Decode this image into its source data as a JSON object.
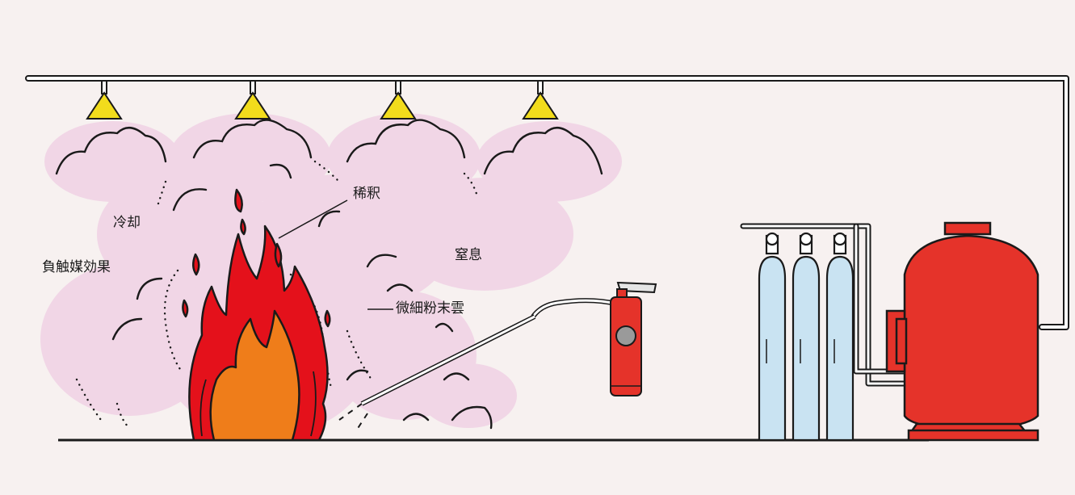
{
  "labels": {
    "dilution": "稀釈",
    "cooling": "冷却",
    "suffocation": "窒息",
    "negative_catalyst": "負触媒効果",
    "fine_powder_cloud": "微細粉末雲"
  },
  "colors": {
    "background": "#f7f1f0",
    "powder_cloud": "#f1d6e6",
    "pipe": "#ffffff",
    "outline": "#1a1a1a",
    "nozzle": "#f2dc1c",
    "flame_outer": "#e4111b",
    "flame_inner": "#ef7d1a",
    "extinguisher": "#e5332a",
    "gas_cylinder": "#c9e3f2",
    "powder_tank": "#e5332a"
  },
  "icons": [
    "sprinkler-nozzle-icon",
    "flame-icon",
    "fire-extinguisher-icon",
    "gas-cylinder-icon",
    "powder-tank-icon"
  ]
}
